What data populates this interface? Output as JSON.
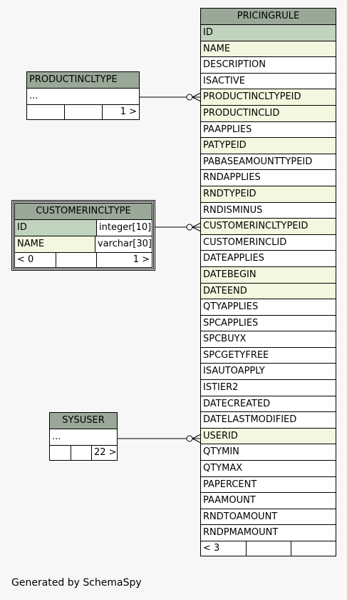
{
  "pricingrule": {
    "title": "PRICINGRULE",
    "columns": [
      {
        "name": "ID",
        "kind": "pk"
      },
      {
        "name": "NAME",
        "kind": "fk"
      },
      {
        "name": "DESCRIPTION",
        "kind": "plain"
      },
      {
        "name": "ISACTIVE",
        "kind": "plain"
      },
      {
        "name": "PRODUCTINCLTYPEID",
        "kind": "fk"
      },
      {
        "name": "PRODUCTINCLID",
        "kind": "fk"
      },
      {
        "name": "PAAPPLIES",
        "kind": "plain"
      },
      {
        "name": "PATYPEID",
        "kind": "fk"
      },
      {
        "name": "PABASEAMOUNTTYPEID",
        "kind": "plain"
      },
      {
        "name": "RNDAPPLIES",
        "kind": "plain"
      },
      {
        "name": "RNDTYPEID",
        "kind": "fk"
      },
      {
        "name": "RNDISMINUS",
        "kind": "plain"
      },
      {
        "name": "CUSTOMERINCLTYPEID",
        "kind": "fk"
      },
      {
        "name": "CUSTOMERINCLID",
        "kind": "plain"
      },
      {
        "name": "DATEAPPLIES",
        "kind": "plain"
      },
      {
        "name": "DATEBEGIN",
        "kind": "fk"
      },
      {
        "name": "DATEEND",
        "kind": "fk"
      },
      {
        "name": "QTYAPPLIES",
        "kind": "plain"
      },
      {
        "name": "SPCAPPLIES",
        "kind": "plain"
      },
      {
        "name": "SPCBUYX",
        "kind": "plain"
      },
      {
        "name": "SPCGETYFREE",
        "kind": "plain"
      },
      {
        "name": "ISAUTOAPPLY",
        "kind": "plain"
      },
      {
        "name": "ISTIER2",
        "kind": "plain"
      },
      {
        "name": "DATECREATED",
        "kind": "plain"
      },
      {
        "name": "DATELASTMODIFIED",
        "kind": "plain"
      },
      {
        "name": "USERID",
        "kind": "fk"
      },
      {
        "name": "QTYMIN",
        "kind": "plain"
      },
      {
        "name": "QTYMAX",
        "kind": "plain"
      },
      {
        "name": "PAPERCENT",
        "kind": "plain"
      },
      {
        "name": "PAAMOUNT",
        "kind": "plain"
      },
      {
        "name": "RNDTOAMOUNT",
        "kind": "plain"
      },
      {
        "name": "RNDPMAMOUNT",
        "kind": "plain"
      }
    ],
    "footer": [
      "< 3",
      "",
      ""
    ]
  },
  "productincltype": {
    "title": "PRODUCTINCLTYPE",
    "row": "...",
    "footer": [
      "",
      "",
      "1 >"
    ]
  },
  "customerincltype": {
    "title": "CUSTOMERINCLTYPE",
    "rows": [
      {
        "name": "ID",
        "type": "integer[10]",
        "kind": "pk"
      },
      {
        "name": "NAME",
        "type": "varchar[30]",
        "kind": "fk"
      }
    ],
    "footer": [
      "< 0",
      "",
      "1 >"
    ]
  },
  "sysuser": {
    "title": "SYSUSER",
    "row": "...",
    "footer": [
      "",
      "",
      "22 >"
    ]
  },
  "generated_by": "Generated by SchemaSpy",
  "colors": {
    "header": "#9aa898",
    "pk": "#bfd3bd",
    "fk": "#f4f7df",
    "background": "#f7f7f7"
  }
}
